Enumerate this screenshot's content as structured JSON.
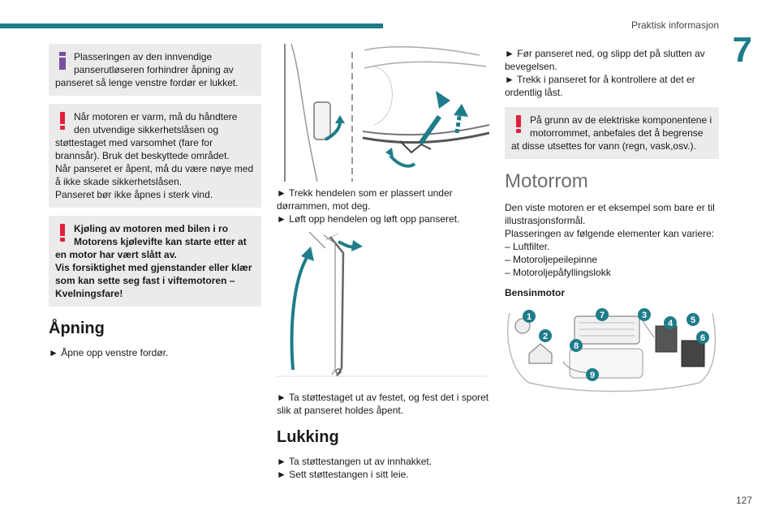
{
  "header": {
    "running_head": "Praktisk informasjon",
    "chapter": "7",
    "page": "127"
  },
  "col1": {
    "info_box": {
      "first": "Plasseringen av den innvendige panserutløseren forhindrer åpning av",
      "rest": "panseret så lenge venstre fordør er lukket."
    },
    "warn_box1": {
      "first": "Når motoren er varm, må du håndtere den utvendige sikkerhetslåsen og",
      "rest": "støttestaget med varsomhet (fare for brannsår). Bruk det beskyttede området.",
      "line2": "Når panseret er åpent, må du være nøye med å ikke skade sikkerhetslåsen.",
      "line3": "Panseret bør ikke åpnes i sterk vind."
    },
    "warn_box2": {
      "first": "Kjøling av motoren med bilen i ro Motorens kjølevifte kan starte etter at",
      "rest": "en motor har vært slått av.",
      "line2": "Vis forsiktighet med gjenstander eller klær som kan sette seg fast i viftemotoren – Kvelningsfare!"
    },
    "heading": "Åpning",
    "step1": "► Åpne opp venstre fordør."
  },
  "col2": {
    "step1": "► Trekk hendelen som er plassert under dørrammen, mot deg.",
    "step2": "► Løft opp hendelen og løft opp panseret.",
    "step3": "► Ta støttestaget ut av festet, og fest det i sporet slik at panseret holdes åpent.",
    "heading": "Lukking",
    "step4": "► Ta støttestangen ut av innhakket.",
    "step5": "► Sett støttestangen i sitt leie."
  },
  "col3": {
    "step1": "► Før panseret ned, og slipp det på slutten av bevegelsen.",
    "step2": "► Trekk i panseret for å kontrollere at det er ordentlig låst.",
    "warn_box": {
      "first": "På grunn av de elektriske komponentene i motorrommet, anbefales det å begrense",
      "rest": "at disse utsettes for vann (regn, vask,osv.)."
    },
    "heading": "Motorrom",
    "intro": "Den viste motoren er et eksempel som bare er til illustrasjonsformål.",
    "intro2": "Plasseringen av følgende elementer kan variere:",
    "list": [
      "– Luftfilter.",
      "– Motoroljepeilepinne",
      "– Motoroljepåfyllingslokk"
    ],
    "subheading": "Bensinmotor",
    "callouts": [
      "1",
      "2",
      "3",
      "4",
      "5",
      "6",
      "7",
      "8",
      "9"
    ]
  },
  "colors": {
    "accent": "#1f7c8a",
    "warning": "#e0203a",
    "info": "#7b4fa0",
    "box": "#ebebeb"
  }
}
